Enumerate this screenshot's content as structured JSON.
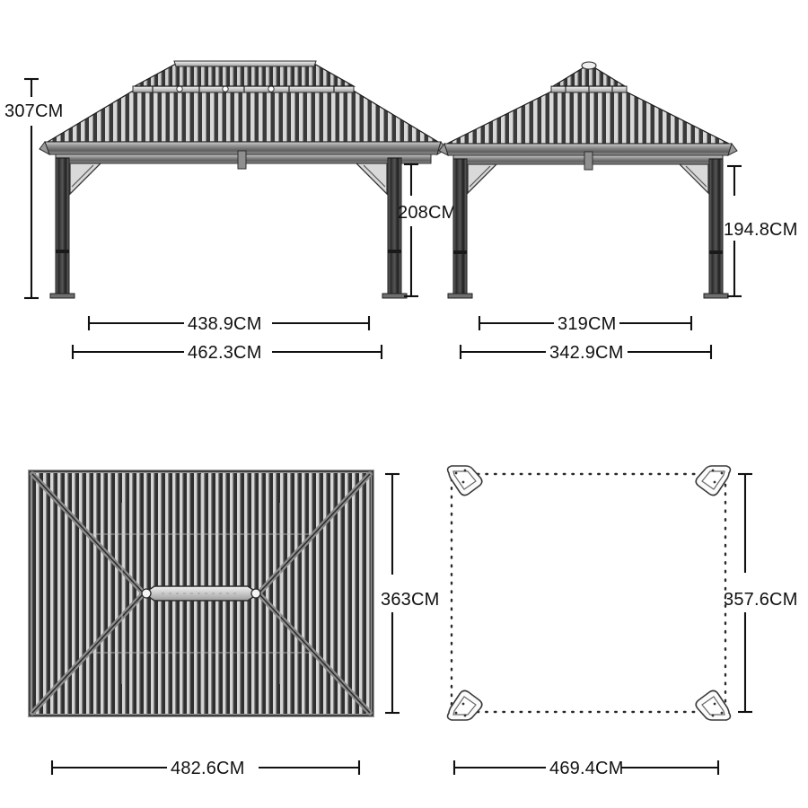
{
  "drawing": {
    "title": "Gazebo dimension drawing",
    "unit": "CM",
    "stroke_color": "#111111",
    "roof_dark": "#3c3c3c",
    "roof_light": "#e8e8e8",
    "post_color": "#444444"
  },
  "views": {
    "front_elevation": {
      "name": "front-elevation-view",
      "dimensions": {
        "overall_height": "307CM",
        "post_height": "208CM",
        "roof_width": "438.9CM",
        "eave_width": "462.3CM"
      }
    },
    "side_elevation": {
      "name": "side-elevation-view",
      "dimensions": {
        "post_height": "194.8CM",
        "roof_width": "319CM",
        "eave_width": "342.9CM"
      }
    },
    "roof_plan": {
      "name": "roof-plan-view",
      "dimensions": {
        "depth": "363CM",
        "width": "482.6CM"
      }
    },
    "floor_plan": {
      "name": "floor-plan-view",
      "dimensions": {
        "depth": "357.6CM",
        "width": "469.4CM"
      }
    }
  },
  "labels": {
    "height_307": "307CM",
    "post_208": "208CM",
    "post_1948": "194.8CM",
    "width_4389": "438.9CM",
    "width_4623": "462.3CM",
    "width_319": "319CM",
    "width_3429": "342.9CM",
    "depth_363": "363CM",
    "depth_3576": "357.6CM",
    "width_4826": "482.6CM",
    "width_4694": "469.4CM"
  }
}
